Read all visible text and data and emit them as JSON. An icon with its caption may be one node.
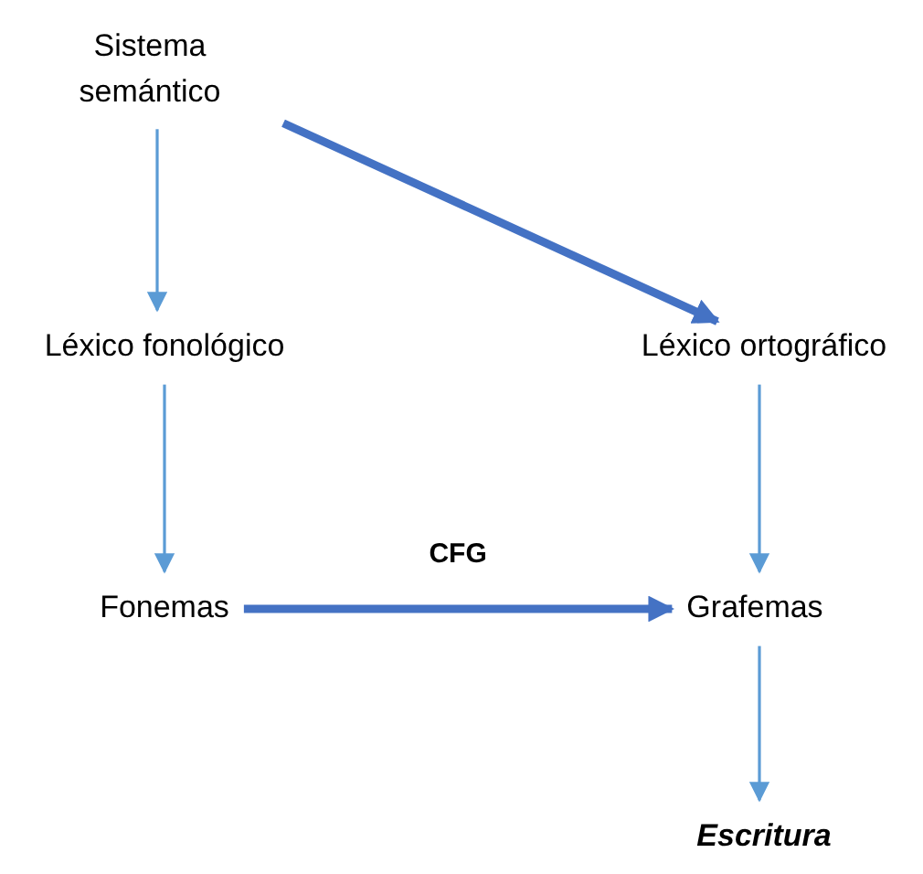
{
  "diagram": {
    "nodes": [
      {
        "text": [
          "Sistema semántico"
        ]
      },
      {
        "text": [
          "Léxico fonológico"
        ]
      },
      {
        "text": [
          "Léxico ortográfico"
        ]
      },
      {
        "text": [
          "Fonemas"
        ]
      },
      {
        "text": [
          "Grafemas"
        ]
      },
      {
        "text": [
          "Escritura"
        ]
      }
    ],
    "edges": [
      {
        "from": 0,
        "to": 1,
        "arrow": "to"
      },
      {
        "from": 0,
        "to": 2,
        "arrow": "to",
        "style": "thick",
        "color": "#4472c4"
      },
      {
        "from": 1,
        "to": 3,
        "arrow": "to"
      },
      {
        "from": 2,
        "to": 4,
        "arrow": "to"
      },
      {
        "from": 3,
        "to": 4,
        "arrow": "to",
        "label": "CFG",
        "style": "thick",
        "color": "#4472c4"
      },
      {
        "from": 4,
        "to": 5,
        "arrow": "to"
      }
    ]
  }
}
